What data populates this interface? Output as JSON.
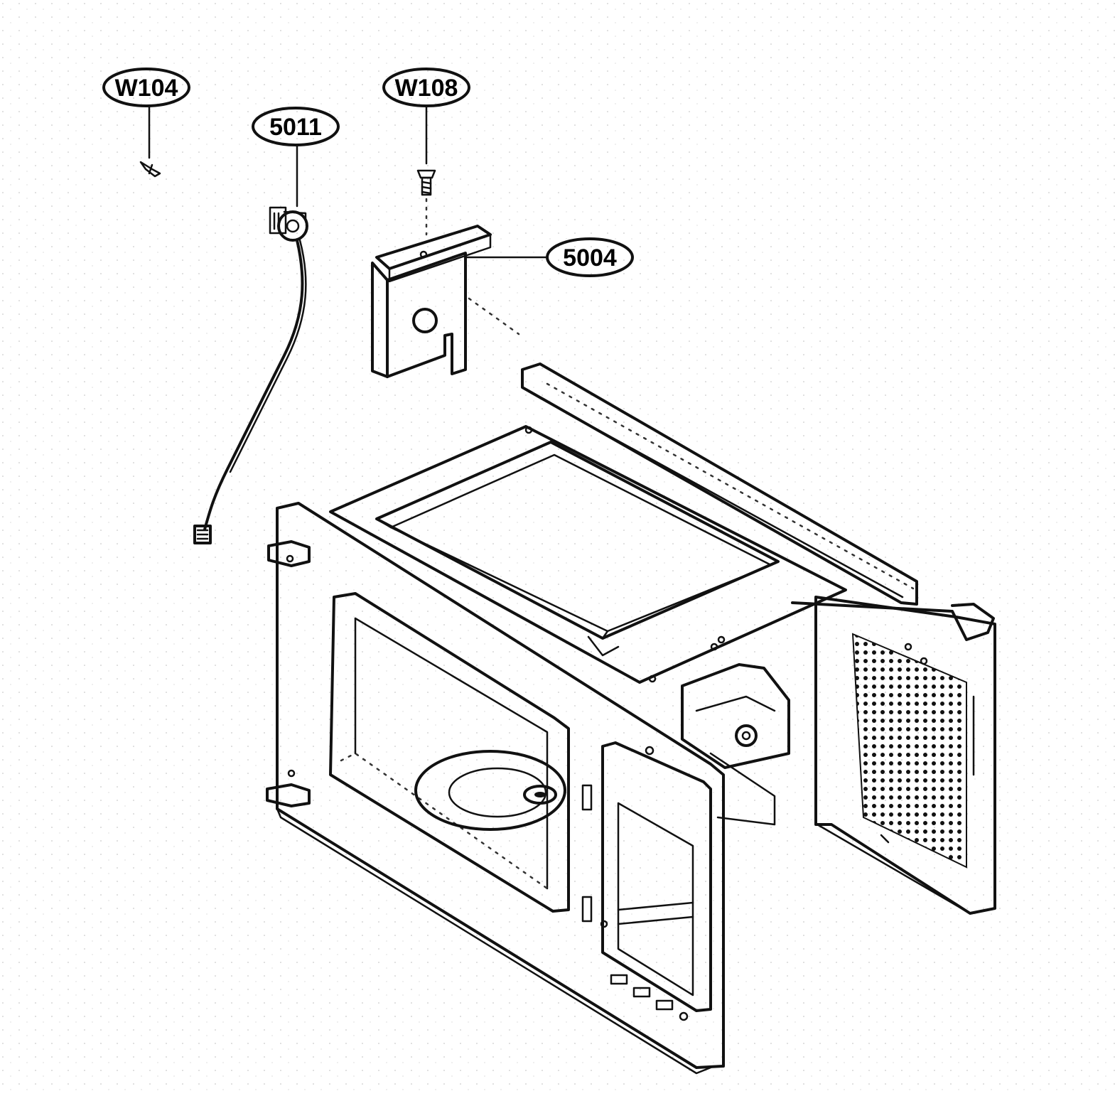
{
  "callouts": [
    {
      "id": "w104",
      "label": "W104"
    },
    {
      "id": "w108",
      "label": "W108"
    },
    {
      "id": "5011",
      "label": "5011"
    },
    {
      "id": "5004",
      "label": "5004"
    }
  ]
}
